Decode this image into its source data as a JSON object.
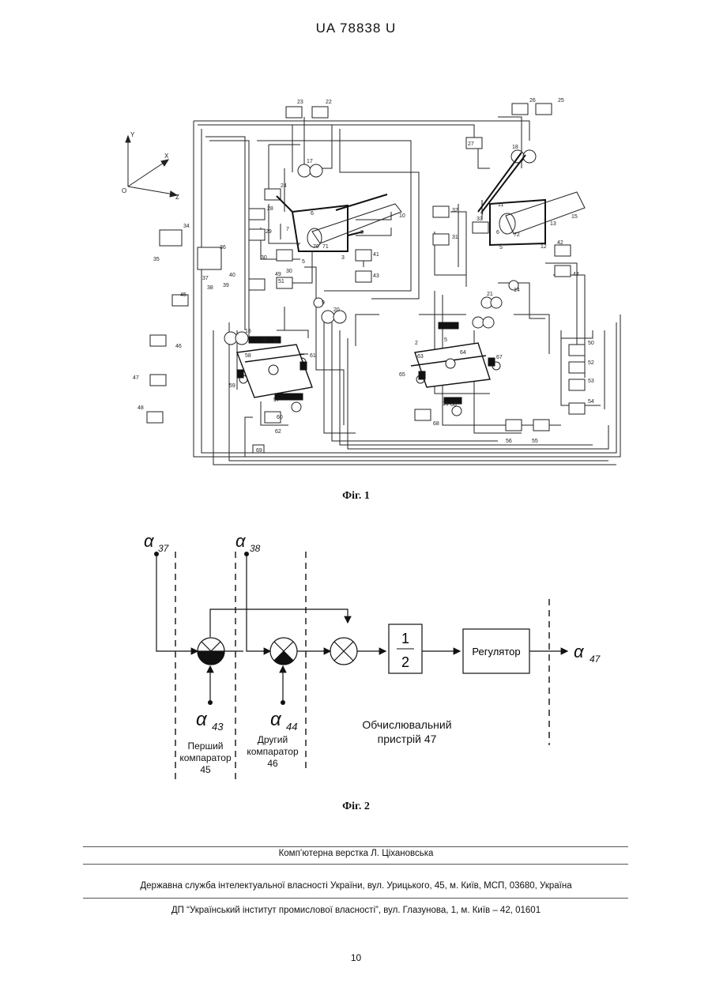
{
  "header": {
    "doc_id": "UA   78838   U"
  },
  "figure1": {
    "caption": "Фіг. 1",
    "axes": {
      "y": "Y",
      "x": "X",
      "z": "Z",
      "origin": "O"
    },
    "labels": [
      "1",
      "2",
      "3",
      "4",
      "5",
      "5",
      "5",
      "5",
      "6",
      "6",
      "7",
      "7",
      "8",
      "9",
      "10",
      "11",
      "12",
      "13",
      "14",
      "15",
      "16",
      "17",
      "18",
      "19",
      "20",
      "21",
      "22",
      "23",
      "24",
      "25",
      "26",
      "27",
      "28",
      "29",
      "30",
      "30",
      "31",
      "32",
      "33",
      "34",
      "35",
      "36",
      "37",
      "38",
      "39",
      "40",
      "41",
      "42",
      "43",
      "44",
      "45",
      "46",
      "47",
      "48",
      "49",
      "50",
      "51",
      "52",
      "53",
      "54",
      "55",
      "56",
      "57",
      "58",
      "59",
      "60",
      "61",
      "62",
      "63",
      "64",
      "65",
      "66",
      "67",
      "68",
      "69",
      "70",
      "71",
      "72"
    ]
  },
  "figure2": {
    "caption": "Фіг. 2",
    "inputs": {
      "a37": "37",
      "a38": "38",
      "a43": "43",
      "a44": "44",
      "a47": "47",
      "alpha": "α"
    },
    "fraction": {
      "num": "1",
      "den": "2"
    },
    "regulator": "Регулятор",
    "first_comparator": [
      "Перший",
      "компаратор",
      "45"
    ],
    "second_comparator": [
      "Другий",
      "компаратор",
      "46"
    ],
    "computing_device": [
      "Обчислювальний",
      "пристрій 47"
    ]
  },
  "footer": {
    "layout": "Комп’ютерна верстка Л. Ціхановська",
    "service": "Державна служба інтелектуальної власності України, вул. Урицького, 45, м. Київ, МСП, 03680, Україна",
    "institute": "ДП “Український інститут промислової власності”, вул. Глазунова, 1, м. Київ – 42, 01601",
    "page_number": "10"
  }
}
